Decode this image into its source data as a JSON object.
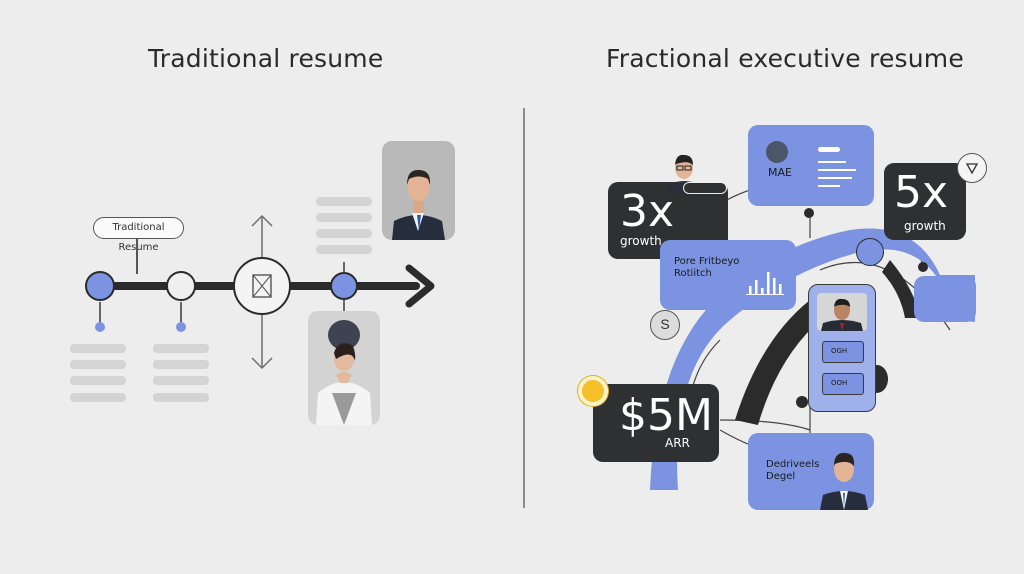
{
  "titles": {
    "left": "Traditional resume",
    "right": "Fractional executive resume"
  },
  "traditional": {
    "pill_label": "Traditional Resume"
  },
  "fractional": {
    "metric_growth_3x": {
      "value": "3x",
      "label": "growth"
    },
    "metric_growth_5x": {
      "value": "5x",
      "label": "growth"
    },
    "metric_arr": {
      "value": "$5M",
      "label": "ARR"
    },
    "card_mae": "MAE",
    "card_portfolio": {
      "line1": "Pore Fritbeyo",
      "line2": "Rotiitch"
    },
    "card_bottom": {
      "line1": "Dedriveels",
      "line2": "Degel"
    },
    "mini_labels": [
      "OGH",
      "OOH"
    ],
    "symbol": "S"
  },
  "colors": {
    "accent_blue": "#7b93e0",
    "dark_card": "#2f3032",
    "background": "#ededed",
    "highlight_yellow": "#f5c02a"
  }
}
